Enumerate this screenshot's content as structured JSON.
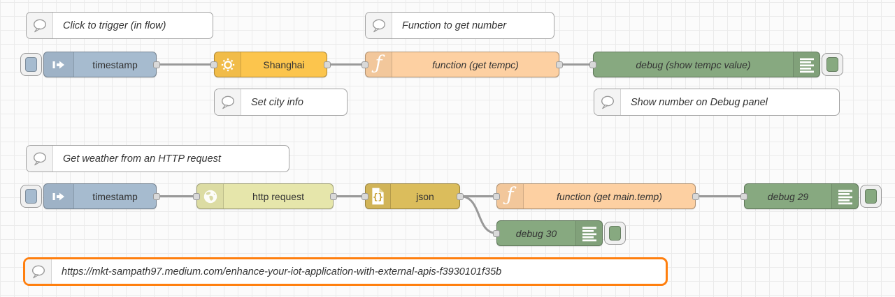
{
  "app": "Node-RED flow editor",
  "canvas": {
    "background": "#fbfbfb",
    "grid_color": "#ebebeb",
    "wire_color": "#999999",
    "selection_color": "#ff7f0e"
  },
  "comments": {
    "trigger": {
      "label": "Click to trigger (in flow)",
      "icon": "speech-bubble-icon"
    },
    "func_info": {
      "label": "Function to get number",
      "icon": "speech-bubble-icon"
    },
    "city_info": {
      "label": "Set city info",
      "icon": "speech-bubble-icon"
    },
    "debug_info": {
      "label": "Show number on Debug panel",
      "icon": "speech-bubble-icon"
    },
    "http_info": {
      "label": "Get weather from an HTTP request",
      "icon": "speech-bubble-icon"
    },
    "url": {
      "label": "https://mkt-sampath97.medium.com/enhance-your-iot-application-with-external-apis-f3930101f35b",
      "icon": "speech-bubble-icon",
      "selected": true
    }
  },
  "nodes": {
    "inject1": {
      "type": "inject",
      "label": "timestamp",
      "color": "#a6bbcf",
      "icon": "inject-arrow-icon",
      "has_button": true
    },
    "weather": {
      "type": "openweathermap",
      "label": "Shanghai",
      "color": "#fcc54d",
      "icon": "sun-icon"
    },
    "function1": {
      "type": "function",
      "label": "function (get tempc)",
      "color": "#fdd0a2",
      "icon": "function-f-icon"
    },
    "debug1": {
      "type": "debug",
      "label": "debug (show tempc value)",
      "color": "#87a980",
      "icon": "debug-list-icon",
      "has_toggle": true
    },
    "inject2": {
      "type": "inject",
      "label": "timestamp",
      "color": "#a6bbcf",
      "icon": "inject-arrow-icon",
      "has_button": true
    },
    "http": {
      "type": "http request",
      "label": "http request",
      "color": "#e6e6ab",
      "icon": "globe-icon"
    },
    "json": {
      "type": "json",
      "label": "json",
      "color": "#dbbd5c",
      "icon": "json-file-icon"
    },
    "function2": {
      "type": "function",
      "label": "function (get main.temp)",
      "color": "#fdd0a2",
      "icon": "function-f-icon"
    },
    "debug29": {
      "type": "debug",
      "label": "debug 29",
      "color": "#87a980",
      "icon": "debug-list-icon",
      "has_toggle": true
    },
    "debug30": {
      "type": "debug",
      "label": "debug 30",
      "color": "#87a980",
      "icon": "debug-list-icon",
      "has_toggle": true
    }
  },
  "wires": [
    {
      "from": "inject1",
      "to": "weather"
    },
    {
      "from": "weather",
      "to": "function1"
    },
    {
      "from": "function1",
      "to": "debug1"
    },
    {
      "from": "inject2",
      "to": "http"
    },
    {
      "from": "http",
      "to": "json"
    },
    {
      "from": "json",
      "to": "function2"
    },
    {
      "from": "json",
      "to": "debug30"
    },
    {
      "from": "function2",
      "to": "debug29"
    }
  ]
}
